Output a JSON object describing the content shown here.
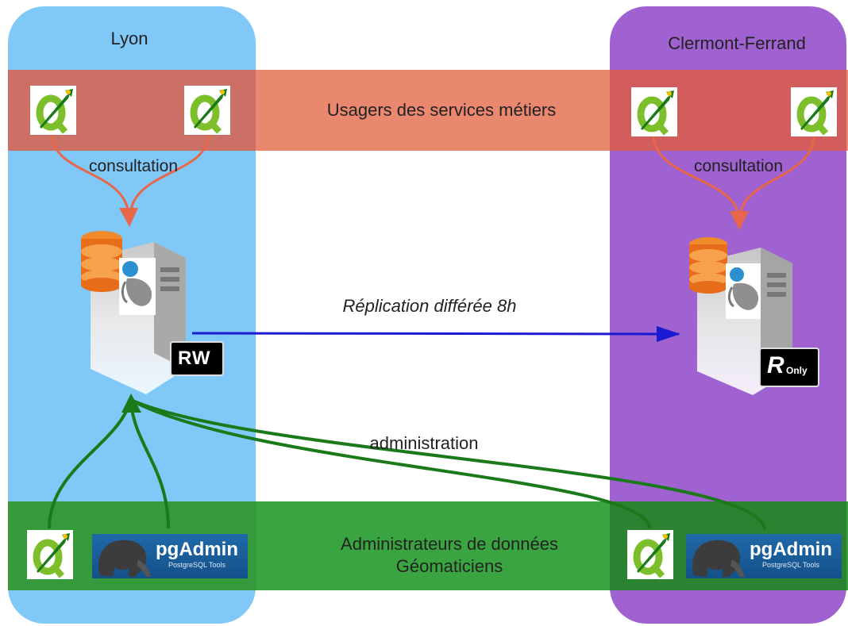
{
  "sites": {
    "left": {
      "name": "Lyon"
    },
    "right": {
      "name": "Clermont-Ferrand"
    }
  },
  "bands": {
    "top": {
      "label": "Usagers des services métiers"
    },
    "bottom": {
      "label_line1": "Administrateurs de données",
      "label_line2": "Géomaticiens"
    }
  },
  "labels": {
    "consultation_left": "consultation",
    "consultation_right": "consultation",
    "replication": "Réplication différée 8h",
    "administration": "administration"
  },
  "badges": {
    "rw": "RW",
    "ro_main": "R",
    "ro_sub": "Only"
  },
  "pgadmin": {
    "title": "pgAdmin",
    "subtitle": "PostgreSQL Tools"
  },
  "icons": [
    "qgis-icon",
    "pgadmin-logo",
    "database-server-icon",
    "postgresql-elephant-icon",
    "arrow"
  ],
  "colors": {
    "lyon_column": "#80c8f8",
    "clermont_column": "#9f62d0",
    "users_band": "#e9876f",
    "admin_band": "#3aa540",
    "consultation_arrow": "#e8674a",
    "replication_arrow": "#1a1ad0",
    "administration_arrow": "#1a7a1a"
  }
}
